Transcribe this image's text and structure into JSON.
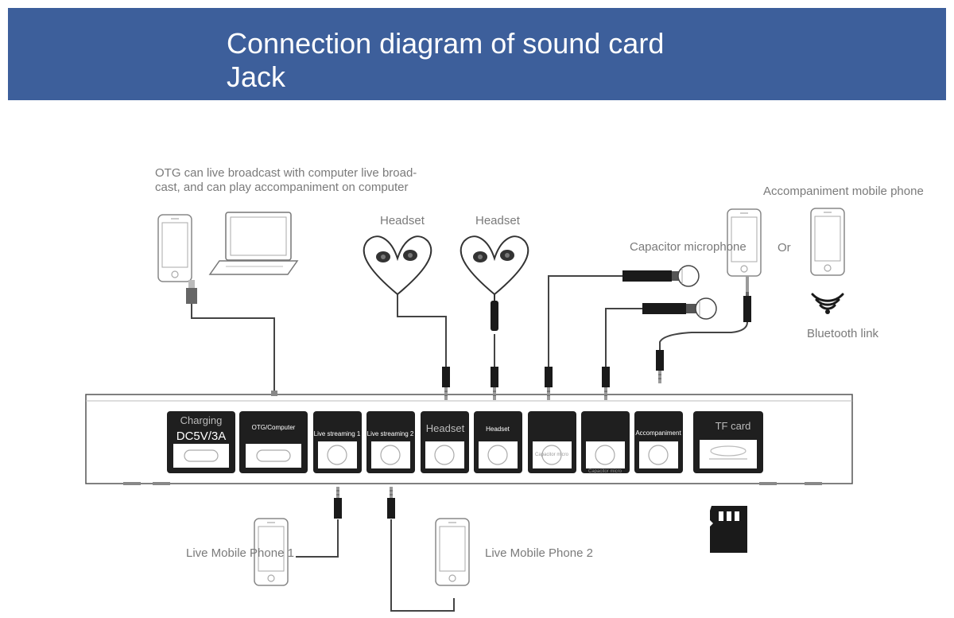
{
  "banner": {
    "title_line1": "Connection diagram of sound card",
    "title_line2": "Jack",
    "color": "#3d5f9b"
  },
  "labels": {
    "otg_line1": "OTG can live broadcast with computer live broad-",
    "otg_line2": "cast, and can play accompaniment on computer",
    "headset_1": "Headset",
    "headset_2": "Headset",
    "capacitor_microphone": "Capacitor microphone",
    "accompaniment_phone": "Accompaniment mobile phone",
    "or": "Or",
    "bluetooth_link": "Bluetooth link",
    "live_phone_1": "Live Mobile Phone 1",
    "live_phone_2": "Live Mobile Phone 2"
  },
  "ports": {
    "charging_line1": "Charging",
    "charging_line2": "DC5V/3A",
    "otg": "OTG/Computer",
    "live1": "Live streaming 1",
    "live2": "Live streaming 2",
    "headset1": "Headset",
    "headset2": "Headset",
    "mic1": "Capacitor micro",
    "mic2": "Capacitor micro",
    "accompaniment": "Accompaniment",
    "tf_card": "TF card"
  },
  "icons": [
    "phone-icon",
    "laptop-icon",
    "usb-plug-icon",
    "earphone-icon",
    "microphone-icon",
    "bluetooth-wave-icon",
    "sd-card-icon"
  ]
}
